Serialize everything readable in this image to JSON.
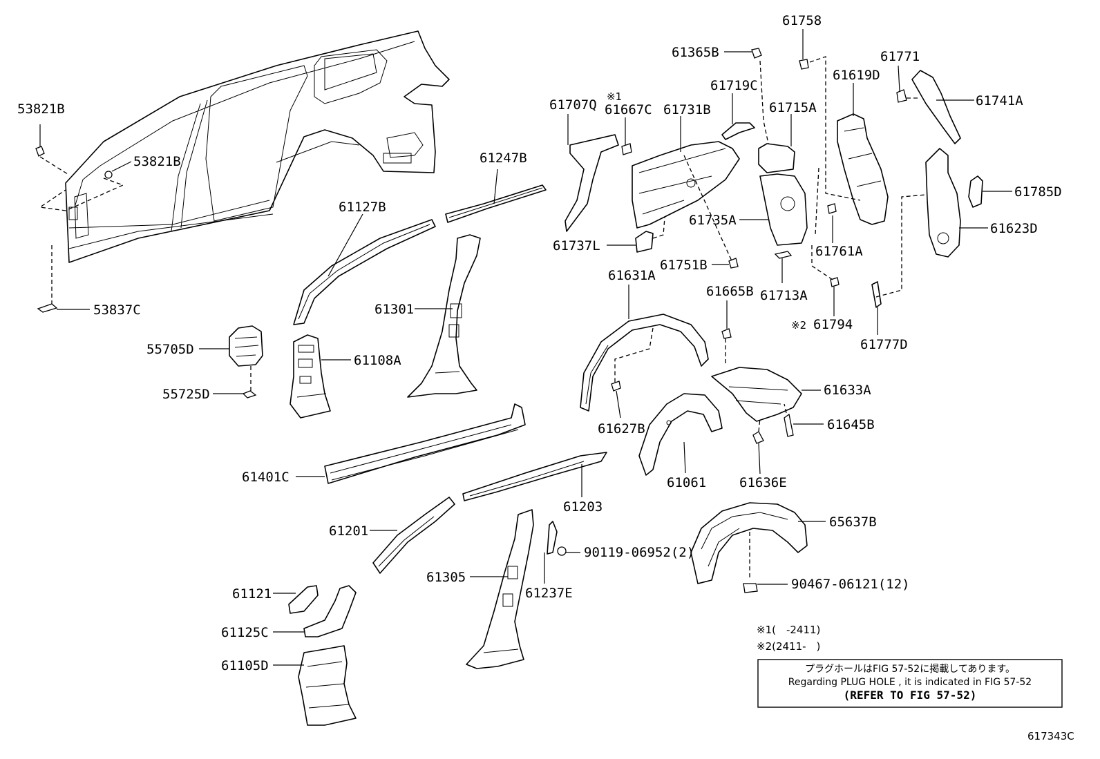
{
  "parts": {
    "p53821B_top": "53821B",
    "p53821B": "53821B",
    "p53837C": "53837C",
    "p55705D": "55705D",
    "p55725D": "55725D",
    "p61127B": "61127B",
    "p61247B": "61247B",
    "p61108A": "61108A",
    "p61301": "61301",
    "p61401C": "61401C",
    "p61201": "61201",
    "p61203": "61203",
    "p61305": "61305",
    "p61121": "61121",
    "p61125C": "61125C",
    "p61105D": "61105D",
    "p61237E": "61237E",
    "p90119": "90119-06952(2)",
    "p61707Q": "61707Q",
    "p61667C": "61667C",
    "p61731B": "61731B",
    "p61719C": "61719C",
    "p61365B": "61365B",
    "p61758": "61758",
    "p61715A": "61715A",
    "p61619D": "61619D",
    "p61771": "61771",
    "p61741A": "61741A",
    "p61785D": "61785D",
    "p61623D": "61623D",
    "p61735A": "61735A",
    "p61761A": "61761A",
    "p61737L": "61737L",
    "p61751B": "61751B",
    "p61713A": "61713A",
    "p61794": "61794",
    "p61777D": "61777D",
    "p61631A": "61631A",
    "p61665B": "61665B",
    "p61633A": "61633A",
    "p61645B": "61645B",
    "p61627B": "61627B",
    "p61061": "61061",
    "p61636E": "61636E",
    "p65637B": "65637B",
    "p90467": "90467-06121(12)"
  },
  "marks": {
    "m1": "※1",
    "m2": "※2"
  },
  "notes": {
    "note1": "※1(　-2411)",
    "note2": "※2(2411-　)",
    "jp": "プラグホールはFIG 57-52に掲載してあります。",
    "en": "Regarding  PLUG  HOLE , it is indicated in FIG  57-52",
    "refer": "(REFER TO FIG 57-52)"
  },
  "figure_id": "617343C"
}
